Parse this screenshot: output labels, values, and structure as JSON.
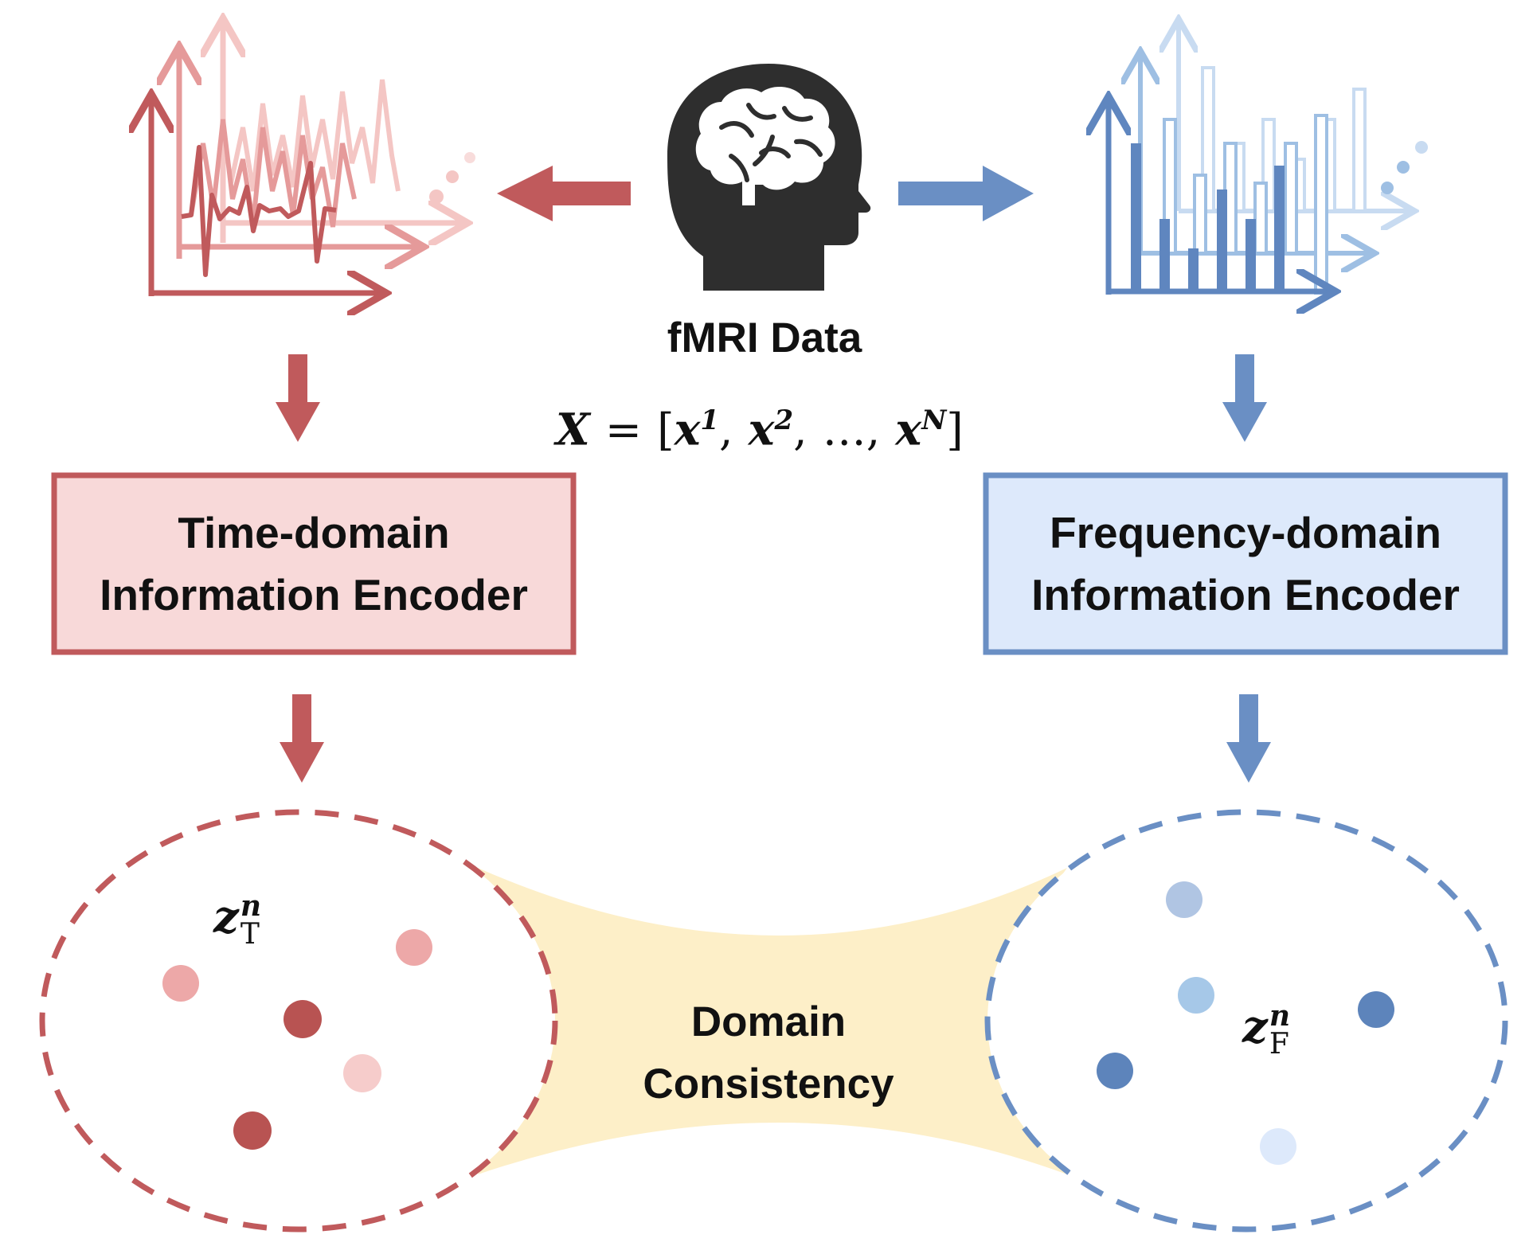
{
  "source": {
    "label": "fMRI Data",
    "formula": {
      "lhs": "X",
      "equals": "=",
      "open": "[",
      "var": "x",
      "sup1": "1",
      "sup2": "2",
      "ellipsis": "…",
      "supN": "N",
      "close": "]",
      "sep": ","
    }
  },
  "time_encoder": {
    "line1": "Time-domain",
    "line2": "Information Encoder"
  },
  "freq_encoder": {
    "line1": "Frequency-domain",
    "line2": "Information Encoder"
  },
  "latent_time": {
    "var": "z",
    "sup": "n",
    "sub": "T"
  },
  "latent_freq": {
    "var": "z",
    "sup": "n",
    "sub": "F"
  },
  "consistency": {
    "line1": "Domain",
    "line2": "Consistency"
  },
  "colors": {
    "time": "#c05a5c",
    "time_light": "#f8d9d9",
    "freq": "#6a8fc4",
    "freq_light": "#dde9fb",
    "consistency_fill": "#fdefc8",
    "brain_head": "#2e2e2e"
  },
  "icons": {
    "brain": "head-with-brain-icon",
    "time_signal": "time-series-icon",
    "freq_spectrum": "frequency-spectrum-icon"
  }
}
